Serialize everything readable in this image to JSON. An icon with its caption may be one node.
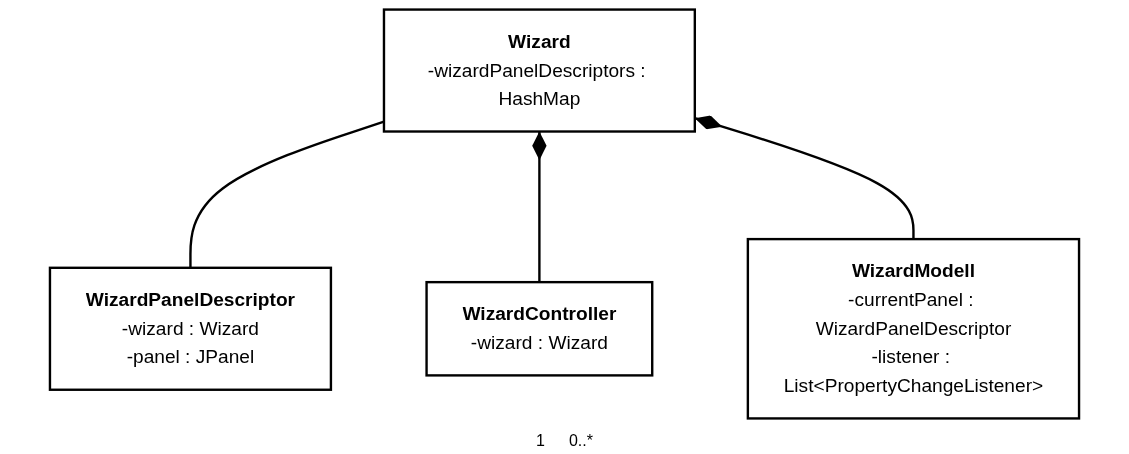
{
  "diagram": {
    "nodes": [
      {
        "text": [
          "Wizard",
          "-wizardPanelDescriptors : HashMap"
        ]
      },
      {
        "text": [
          "WizardPanelDescriptor",
          "-wizard : Wizard",
          "-panel : JPanel"
        ]
      },
      {
        "text": [
          "WizardController",
          "-wizard : Wizard"
        ]
      },
      {
        "text": [
          "WizardModell",
          "-currentPanel : WizardPanelDescriptor",
          "-listener : List<PropertyChangeListener>"
        ]
      }
    ],
    "edges": [
      {
        "from": 0,
        "to": 1,
        "arrow": "none"
      },
      {
        "from": 0,
        "to": 2,
        "arrow": "other"
      },
      {
        "from": 0,
        "to": 3,
        "arrow": "other"
      }
    ],
    "labels": [
      "1",
      "0..*"
    ]
  }
}
